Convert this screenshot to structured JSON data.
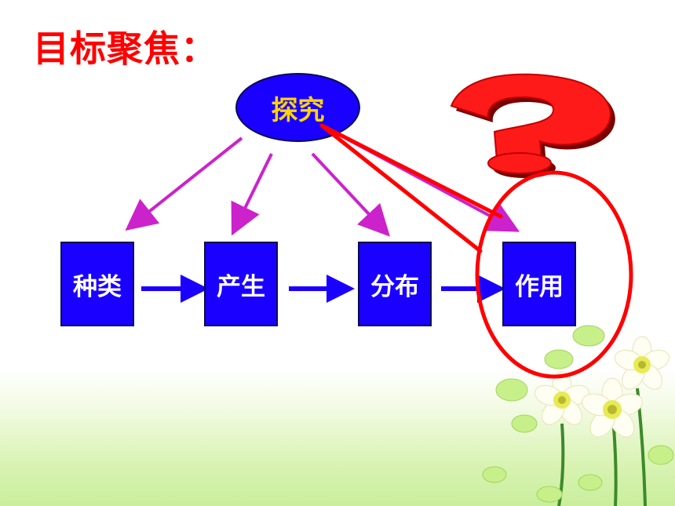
{
  "title": "目标聚焦：",
  "center_node": "探究",
  "nodes": [
    "种类",
    "产生",
    "分布",
    "作用"
  ],
  "colors": {
    "title": "#ff0000",
    "node_fill": "#1a00ff",
    "center_text": "#ffd400",
    "pink_arrow": "#cc22cc",
    "red_highlight": "#ff0000"
  },
  "icons": [
    "question-mark-icon",
    "daffodil-flowers-decoration"
  ]
}
